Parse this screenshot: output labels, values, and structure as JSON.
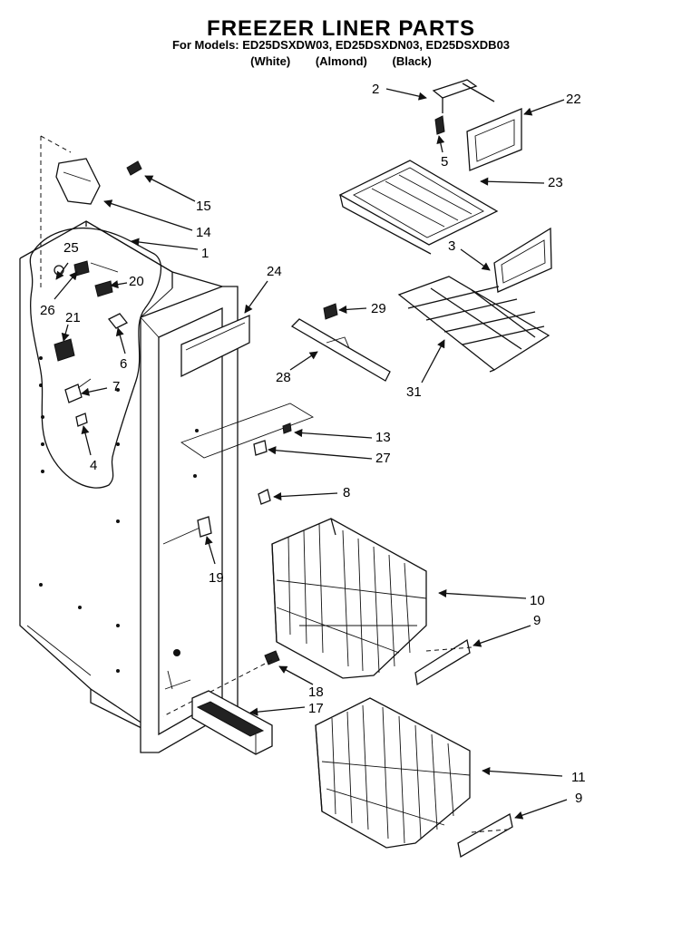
{
  "header": {
    "title": "FREEZER LINER PARTS",
    "models": "For Models: ED25DSXDW03, ED25DSXDN03, ED25DSXDB03",
    "variants": [
      "(White)",
      "(Almond)",
      "(Black)"
    ]
  },
  "callouts": [
    {
      "id": "c2",
      "label": "2"
    },
    {
      "id": "c22",
      "label": "22"
    },
    {
      "id": "c5",
      "label": "5"
    },
    {
      "id": "c23",
      "label": "23"
    },
    {
      "id": "c3",
      "label": "3"
    },
    {
      "id": "c15",
      "label": "15"
    },
    {
      "id": "c14",
      "label": "14"
    },
    {
      "id": "c1",
      "label": "1"
    },
    {
      "id": "c25",
      "label": "25"
    },
    {
      "id": "c20",
      "label": "20"
    },
    {
      "id": "c26",
      "label": "26"
    },
    {
      "id": "c21",
      "label": "21"
    },
    {
      "id": "c6",
      "label": "6"
    },
    {
      "id": "c7",
      "label": "7"
    },
    {
      "id": "c4",
      "label": "4"
    },
    {
      "id": "c24",
      "label": "24"
    },
    {
      "id": "c29",
      "label": "29"
    },
    {
      "id": "c28",
      "label": "28"
    },
    {
      "id": "c31",
      "label": "31"
    },
    {
      "id": "c13",
      "label": "13"
    },
    {
      "id": "c27",
      "label": "27"
    },
    {
      "id": "c8",
      "label": "8"
    },
    {
      "id": "c19",
      "label": "19"
    },
    {
      "id": "c10",
      "label": "10"
    },
    {
      "id": "c9a",
      "label": "9"
    },
    {
      "id": "c18",
      "label": "18"
    },
    {
      "id": "c17",
      "label": "17"
    },
    {
      "id": "c11",
      "label": "11"
    },
    {
      "id": "c9b",
      "label": "9"
    }
  ]
}
